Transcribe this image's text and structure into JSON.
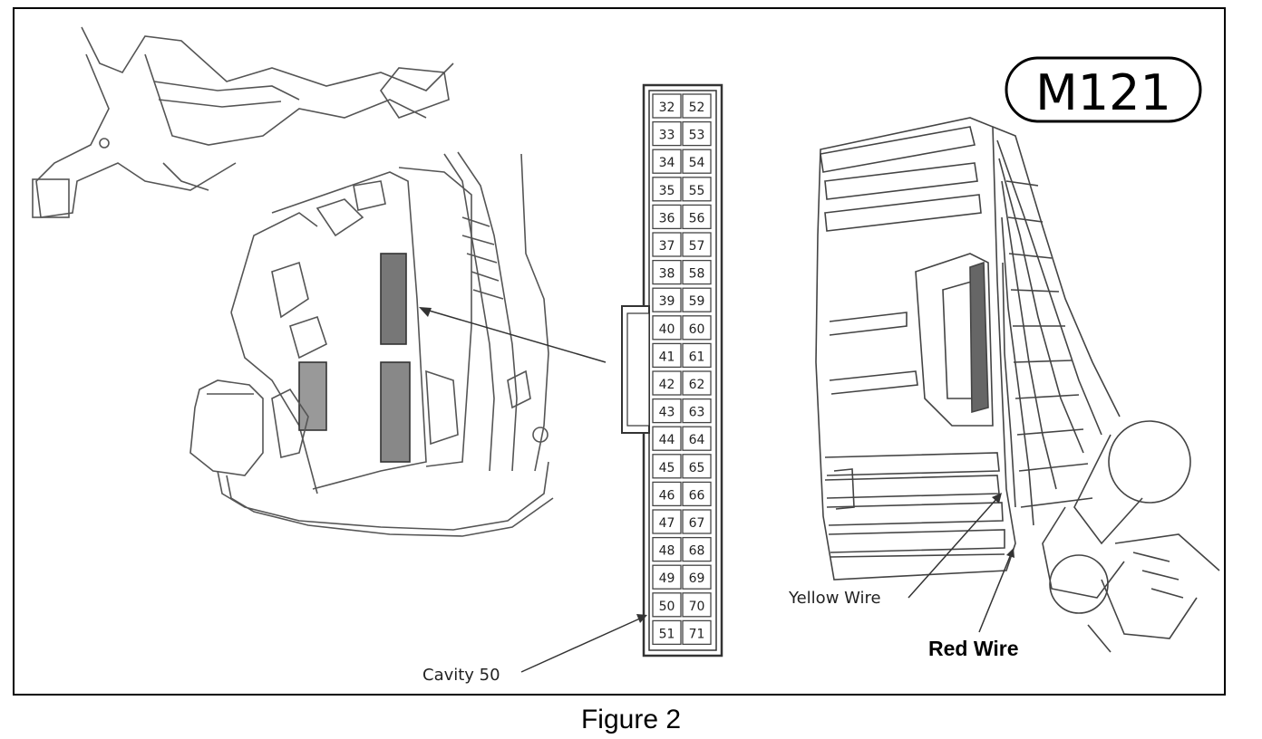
{
  "connector_id": "M121",
  "caption": "Figure 2",
  "labels": {
    "cavity": "Cavity 50",
    "yellow_wire": "Yellow  Wire",
    "red_wire": "Red Wire"
  },
  "pinout": {
    "left_column": [
      "32",
      "33",
      "34",
      "35",
      "36",
      "37",
      "38",
      "39",
      "40",
      "41",
      "42",
      "43",
      "44",
      "45",
      "46",
      "47",
      "48",
      "49",
      "50",
      "51"
    ],
    "right_column": [
      "52",
      "53",
      "54",
      "55",
      "56",
      "57",
      "58",
      "59",
      "60",
      "61",
      "62",
      "63",
      "64",
      "65",
      "66",
      "67",
      "68",
      "69",
      "70",
      "71"
    ]
  }
}
